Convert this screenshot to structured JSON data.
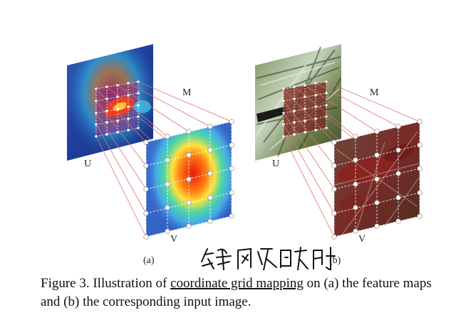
{
  "figure": {
    "panel_a_label": "(a)",
    "panel_b_label": "(b)",
    "label_M": "M",
    "label_U": "U",
    "label_V": "V",
    "handwritten_note": "坐标网格映射"
  },
  "caption": {
    "prefix": "Figure 3. Illustration of ",
    "highlight": "coordinate grid mapping",
    "suffix": " on (a) the feature maps and (b) the corresponding input image."
  },
  "colors": {
    "mapping_lines": "#e07070",
    "grid_dots": "#ffffff",
    "handwriting": "#111111"
  }
}
